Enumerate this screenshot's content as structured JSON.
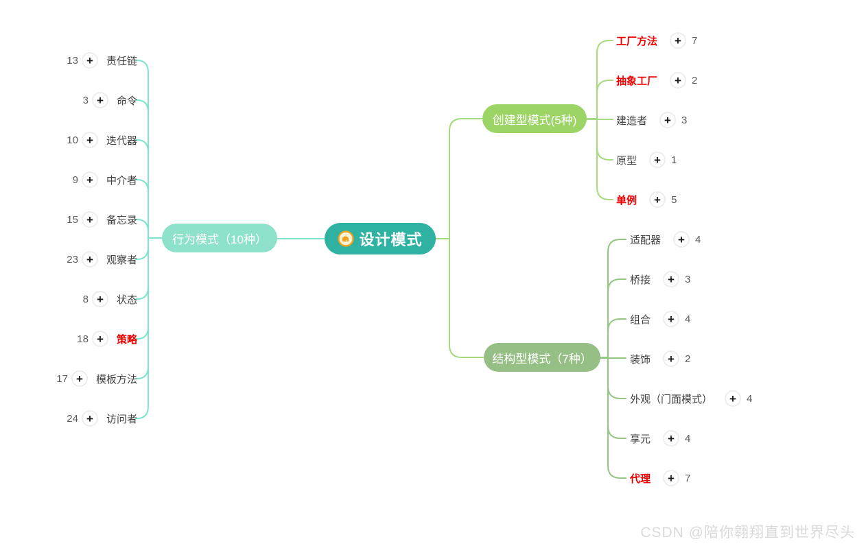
{
  "center": {
    "label": "设计模式"
  },
  "icons": {
    "plus": "+",
    "center_badge": "elephant-badge"
  },
  "branches": {
    "behavioral": {
      "label": "行为模式（10种）",
      "color": "#8ee1ca",
      "items": [
        {
          "count": "13",
          "label": "责任链"
        },
        {
          "count": "3",
          "label": "命令"
        },
        {
          "count": "10",
          "label": "迭代器"
        },
        {
          "count": "9",
          "label": "中介者"
        },
        {
          "count": "15",
          "label": "备忘录"
        },
        {
          "count": "23",
          "label": "观察者"
        },
        {
          "count": "8",
          "label": "状态"
        },
        {
          "count": "18",
          "label": "策略",
          "red": true
        },
        {
          "count": "17",
          "label": "模板方法"
        },
        {
          "count": "24",
          "label": "访问者"
        }
      ]
    },
    "creational": {
      "label": "创建型模式(5种)",
      "color": "#9dd466",
      "items": [
        {
          "label": "工厂方法",
          "count": "7",
          "red": true
        },
        {
          "label": "抽象工厂",
          "count": "2",
          "red": true
        },
        {
          "label": "建造者",
          "count": "3"
        },
        {
          "label": "原型",
          "count": "1"
        },
        {
          "label": "单例",
          "count": "5",
          "red": true
        }
      ]
    },
    "structural": {
      "label": "结构型模式（7种）",
      "color": "#95bf85",
      "items": [
        {
          "label": "适配器",
          "count": "4"
        },
        {
          "label": "桥接",
          "count": "3"
        },
        {
          "label": "组合",
          "count": "4"
        },
        {
          "label": "装饰",
          "count": "2"
        },
        {
          "label": "外观（门面模式）",
          "count": "4"
        },
        {
          "label": "享元",
          "count": "4"
        },
        {
          "label": "代理",
          "count": "7",
          "red": true
        }
      ]
    }
  },
  "watermark": "CSDN @陪你翱翔直到世界尽头",
  "colors": {
    "center": "#2fb2a2",
    "wire_mint": "#7fe3cd",
    "wire_green": "#a4d97a",
    "wire_creational": "#a8da7e",
    "wire_structural": "#95c583"
  }
}
